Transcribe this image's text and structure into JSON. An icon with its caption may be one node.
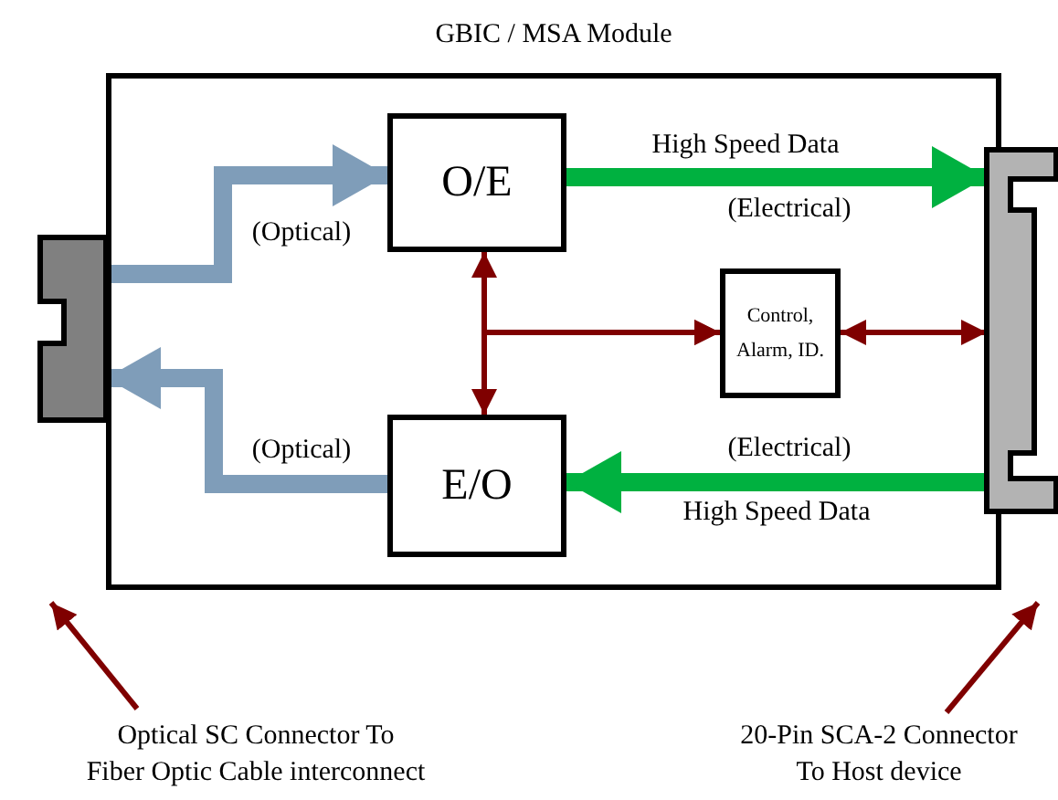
{
  "diagram": {
    "nodes": [
      {
        "text": [
          "GBIC / MSA Module"
        ]
      },
      {
        "text": [
          "O/E"
        ],
        "in": 0
      },
      {
        "text": [
          "E/O"
        ],
        "in": 0
      },
      {
        "text": [
          "Control, Alarm, ID."
        ],
        "in": 0
      },
      {
        "text": [],
        "shape": "box"
      },
      {
        "text": [],
        "shape": "box"
      },
      {
        "text": [
          "Optical SC Connector To Fiber Optic Cable interconnect"
        ]
      },
      {
        "text": [
          "20-Pin SCA-2 Connector To Host device"
        ]
      }
    ],
    "edges": [
      {
        "from": 4,
        "to": 1,
        "arrow": "to",
        "label": "(Optical)",
        "style": "thick",
        "color": "#7f9db9"
      },
      {
        "from": 2,
        "to": 4,
        "arrow": "to",
        "label": "(Optical)",
        "style": "thick",
        "color": "#7f9db9"
      },
      {
        "from": 1,
        "to": 5,
        "arrow": "to",
        "label": "High Speed Data",
        "style": "thick",
        "color": "#00b140"
      },
      {
        "from": 5,
        "to": 2,
        "arrow": "to",
        "label": "High Speed Data",
        "style": "thick",
        "color": "#00b140"
      },
      {
        "from": 1,
        "to": 2,
        "arrow": "both"
      },
      {
        "from": 1,
        "to": 3,
        "arrow": "to"
      },
      {
        "from": 2,
        "to": 3,
        "arrow": "to"
      },
      {
        "from": 3,
        "to": 5,
        "arrow": "both"
      },
      {
        "from": 6,
        "to": 0,
        "arrow": "to"
      },
      {
        "from": 7,
        "to": 0,
        "arrow": "to"
      }
    ],
    "labels": [
      "(Electrical)",
      "(Electrical)"
    ]
  }
}
